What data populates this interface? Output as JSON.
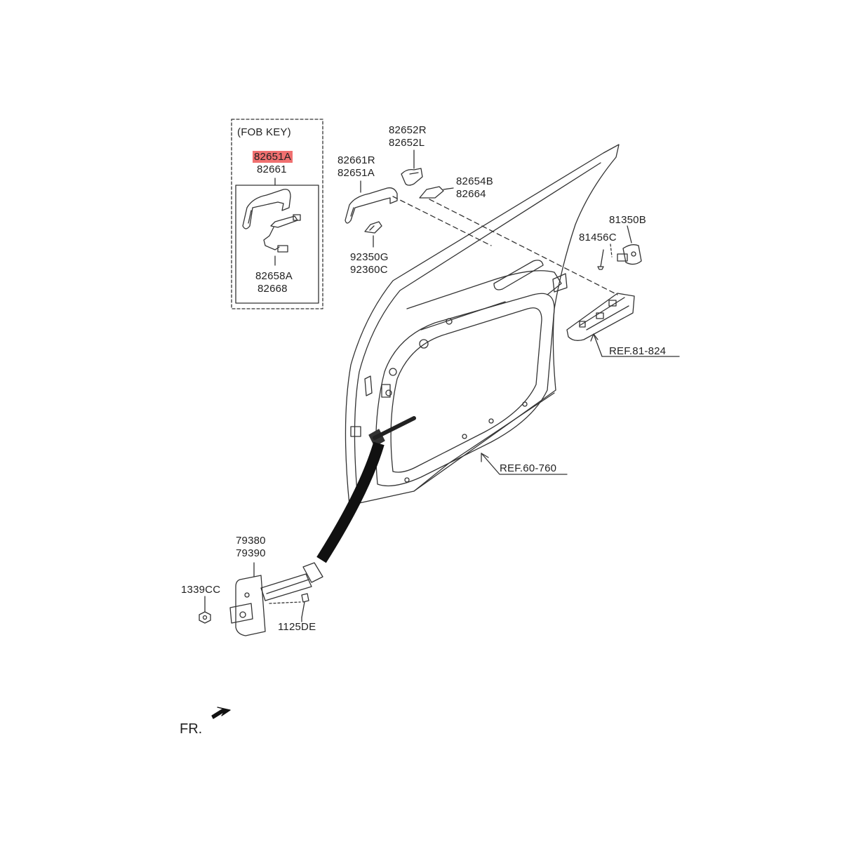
{
  "fob_key_group": {
    "title": "(FOB KEY)",
    "part_highlighted": "82651A",
    "part_secondary": "82661",
    "lower_part_a": "82658A",
    "lower_part_b": "82668"
  },
  "outside_handle": {
    "part_a": "82661R",
    "part_b": "82651A"
  },
  "handle_cover": {
    "part_a": "82652R",
    "part_b": "82652L"
  },
  "cap": {
    "part_a": "82654B",
    "part_b": "82664"
  },
  "gasket": {
    "part_a": "92350G",
    "part_b": "92360C"
  },
  "striker": {
    "part": "81350B",
    "screw": "81456C"
  },
  "latch_reference": "REF.81-824",
  "door_reference": "REF.60-760",
  "checker": {
    "part_a": "79380",
    "part_b": "79390",
    "nut": "1339CC",
    "bolt": "1125DE"
  },
  "direction": {
    "label": "FR."
  },
  "colors": {
    "highlight": "#f07070",
    "line": "#333333"
  }
}
